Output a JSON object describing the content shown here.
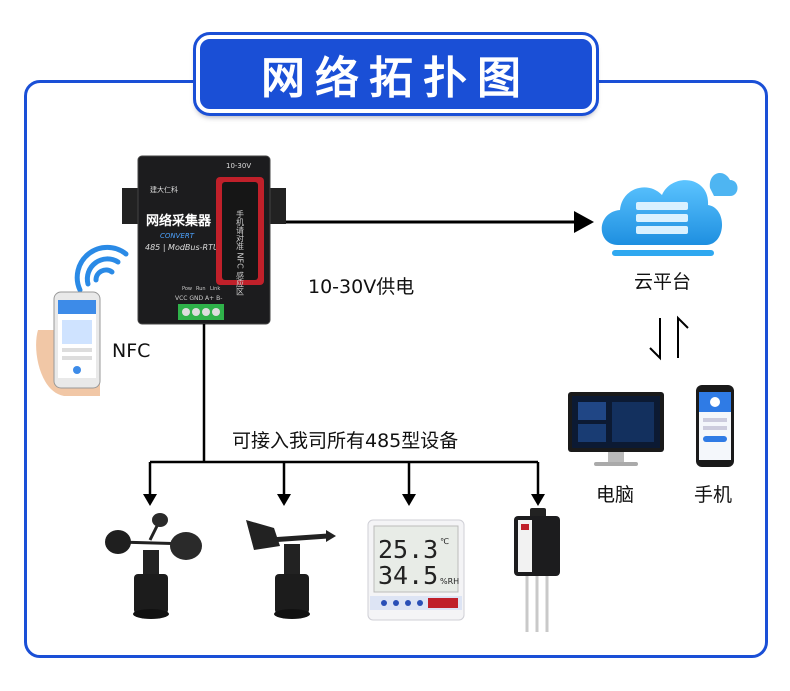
{
  "title": "网络拓扑图",
  "gateway": {
    "name": "网络采集器",
    "sub1": "CONVERT",
    "sub2": "485 | ModBus-RTU",
    "brand": "建大仁科",
    "power_mark": "10-30V",
    "nfc_label": "手机请对准 NFC 感应区",
    "led_labels": [
      "Pow",
      "Run",
      "Link"
    ],
    "terminal_labels": "VCC GND A+ B-"
  },
  "labels": {
    "power": "10-30V供电",
    "cloud": "云平台",
    "nfc": "NFC",
    "bus": "可接入我司所有485型设备",
    "pc": "电脑",
    "phone": "手机"
  },
  "thermo": {
    "temp": "25.3",
    "temp_unit": "℃",
    "hum": "34.5",
    "hum_unit": "%RH"
  },
  "colors": {
    "accent": "#1a4fd6",
    "cloud": "#2fa8f0",
    "device_dark": "#1c1c1e",
    "nfc_red": "#c0202a"
  }
}
